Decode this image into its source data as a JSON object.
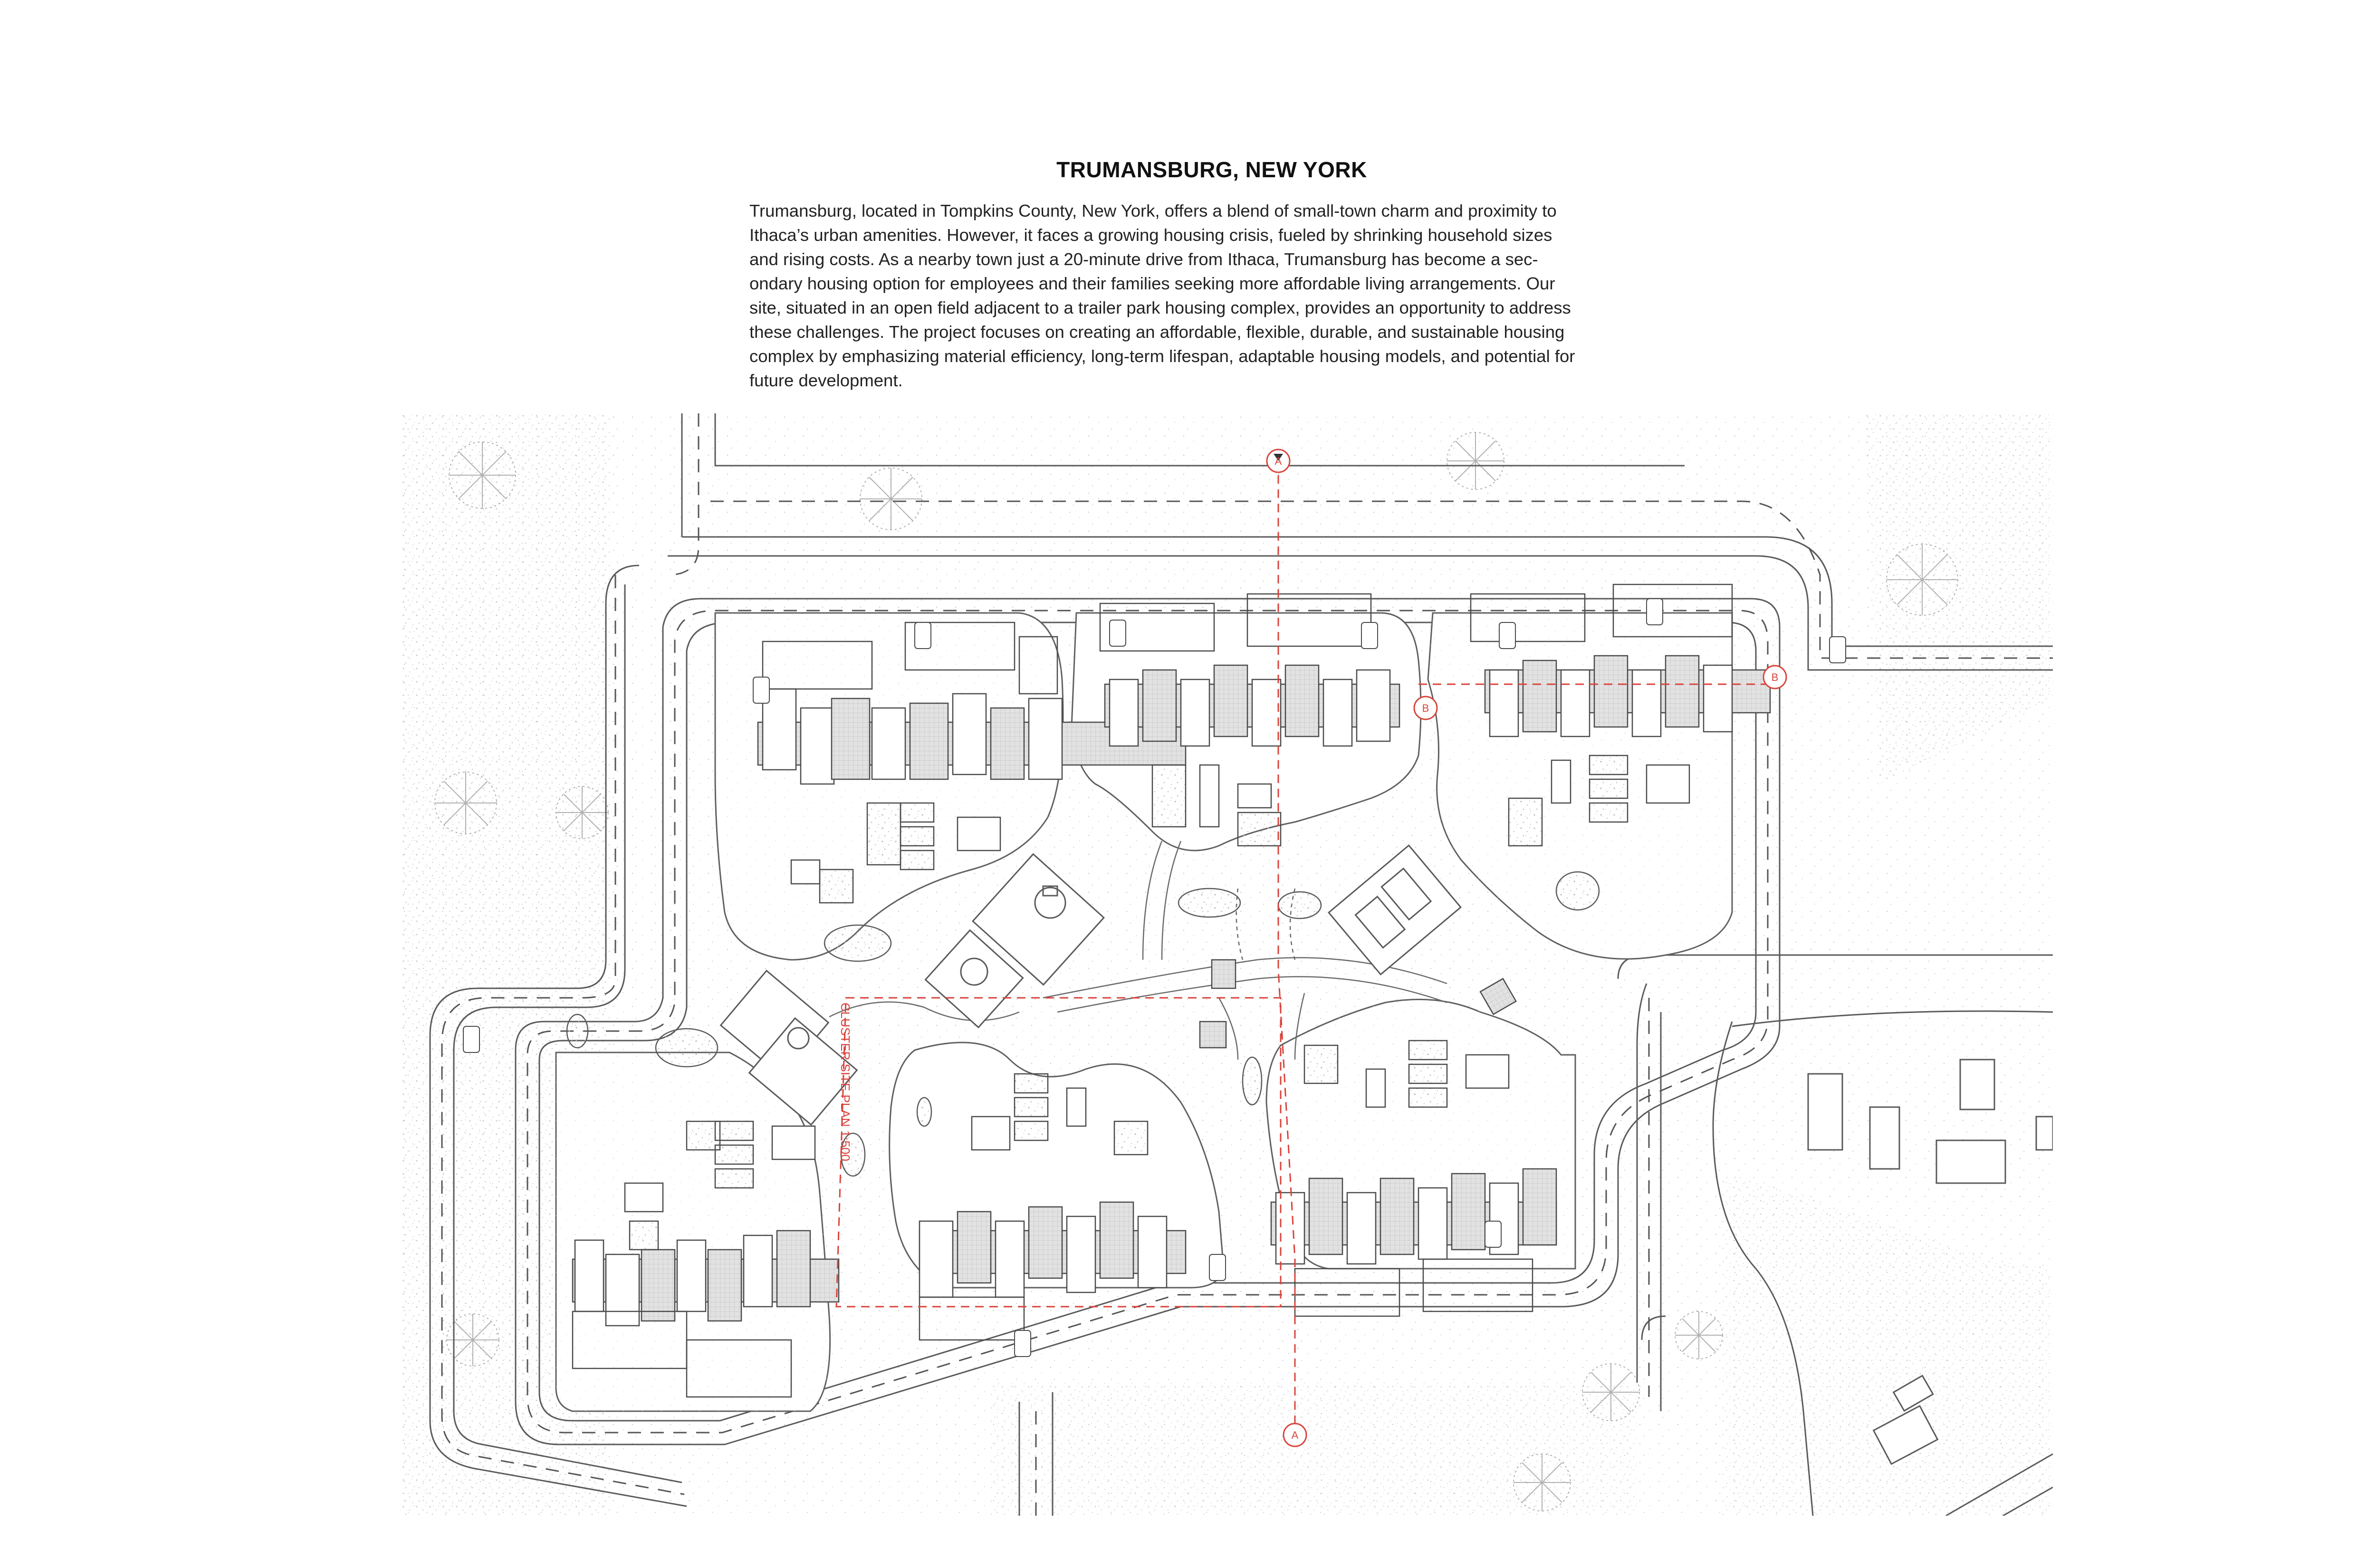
{
  "header": {
    "title": "TRUMANSBURG, NEW YORK",
    "description_lines": [
      "Trumansburg, located in Tompkins County, New York, offers a blend of small-town charm and proximity to",
      "Ithaca’s urban amenities. However, it faces a growing housing crisis, fueled by shrinking household sizes",
      "and rising costs. As a nearby town just a 20-minute drive from Ithaca, Trumansburg has become a sec-",
      "ondary housing option for employees and their families seeking more affordable living arrangements. Our",
      "site, situated in an open field adjacent to a trailer park housing complex, provides an opportunity to address",
      "these challenges. The project focuses on creating an affordable, flexible, durable, and sustainable housing",
      "complex by emphasizing material efficiency, long-term lifespan, adaptable housing models, and potential for",
      "future development."
    ]
  },
  "plan": {
    "section_marker_a": "A",
    "section_marker_b": "B",
    "cluster_label": "CLUSTER SITE PLAN 1:500",
    "colors": {
      "line": "#555555",
      "section_line": "#d9433b",
      "building_fill": "#d6d6d6",
      "vegetation": "#bfbfbf"
    }
  }
}
